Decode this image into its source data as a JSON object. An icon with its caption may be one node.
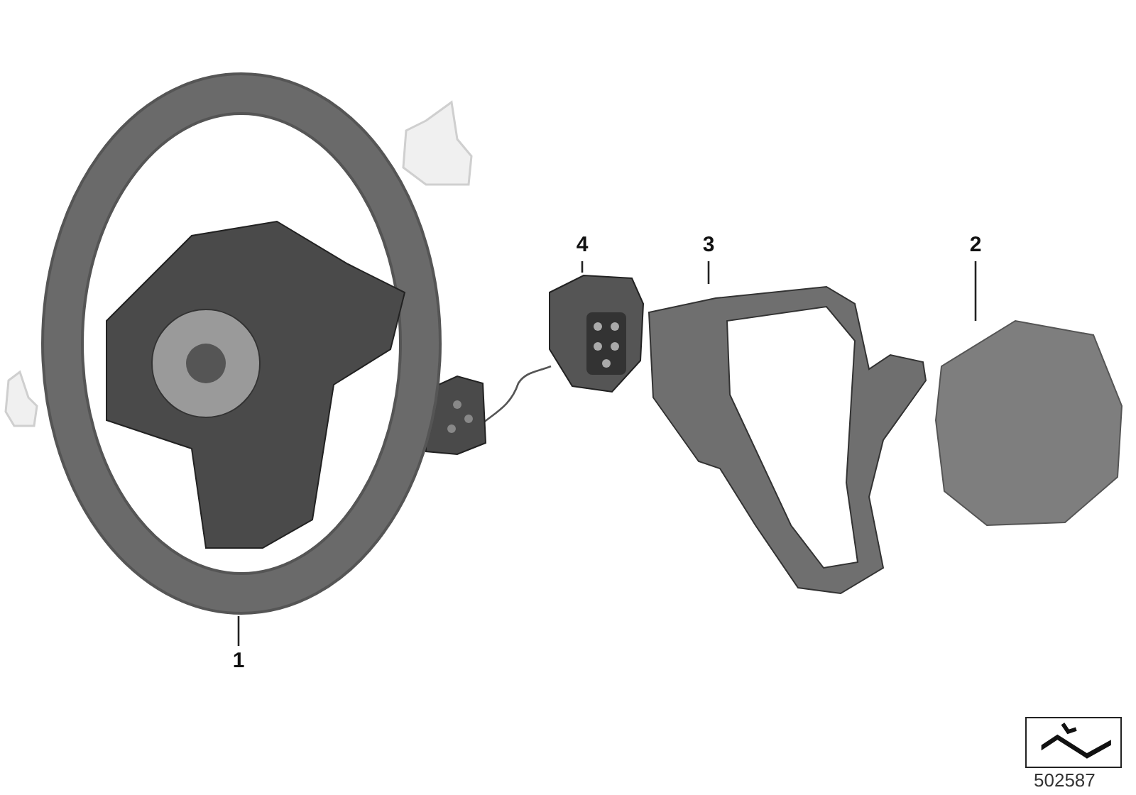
{
  "diagram": {
    "nodes": [
      {
        "text": [
          "4"
        ]
      },
      {
        "text": [
          "3"
        ]
      },
      {
        "text": [
          "2"
        ]
      },
      {
        "text": [
          "1"
        ]
      },
      {
        "text": [],
        "shape": "picture"
      },
      {
        "text": [],
        "shape": "picture"
      },
      {
        "text": [],
        "shape": "picture"
      },
      {
        "text": [],
        "shape": "picture"
      }
    ],
    "edges": [
      {
        "from": 0,
        "to": 5,
        "arrow": "none"
      },
      {
        "from": 1,
        "to": 6,
        "arrow": "none"
      },
      {
        "from": 2,
        "to": 7,
        "arrow": "none"
      },
      {
        "from": 3,
        "to": 4,
        "arrow": "none"
      }
    ],
    "labels": [
      "502587"
    ]
  }
}
